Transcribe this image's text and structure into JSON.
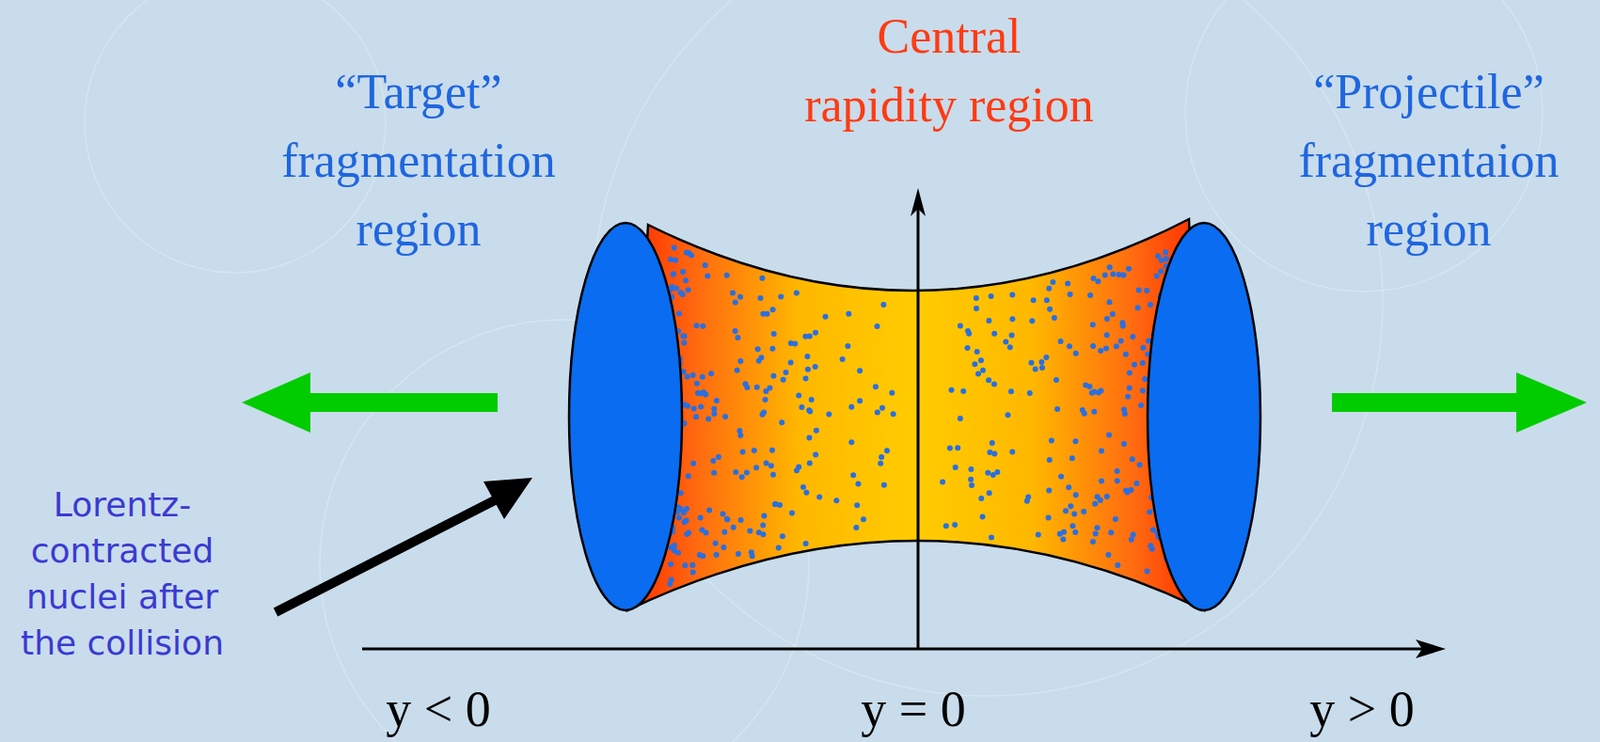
{
  "diagram": {
    "labels": [
      "“Target” fragmentation region",
      "Central rapidity region",
      "“Projectile” fragmentaion region",
      "Lorentz-contracted nuclei after the collision",
      "y < 0",
      "y = 0",
      "y > 0"
    ]
  }
}
